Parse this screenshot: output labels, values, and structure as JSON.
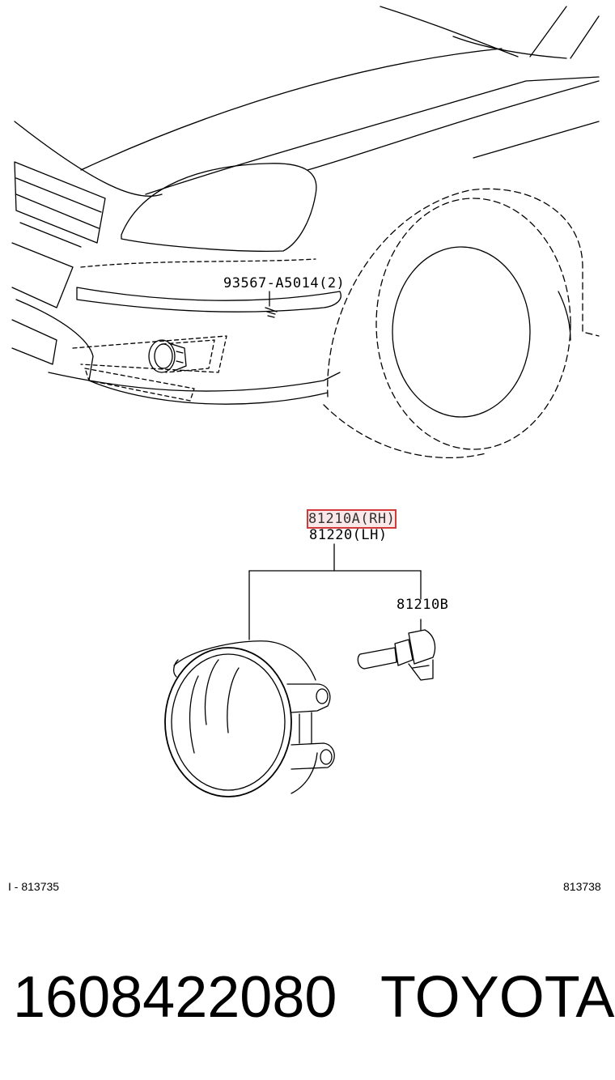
{
  "diagram": {
    "callouts": {
      "bolt": "93567-A5014(2)",
      "fog_lamp_rh": "81210A(RH)",
      "fog_lamp_lh": "81220(LH)",
      "bulb": "81210B"
    },
    "refs": {
      "left": "I - 813735",
      "right": "813738"
    }
  },
  "footer": {
    "part_number": "1608422080",
    "brand": "TOYOTA"
  }
}
